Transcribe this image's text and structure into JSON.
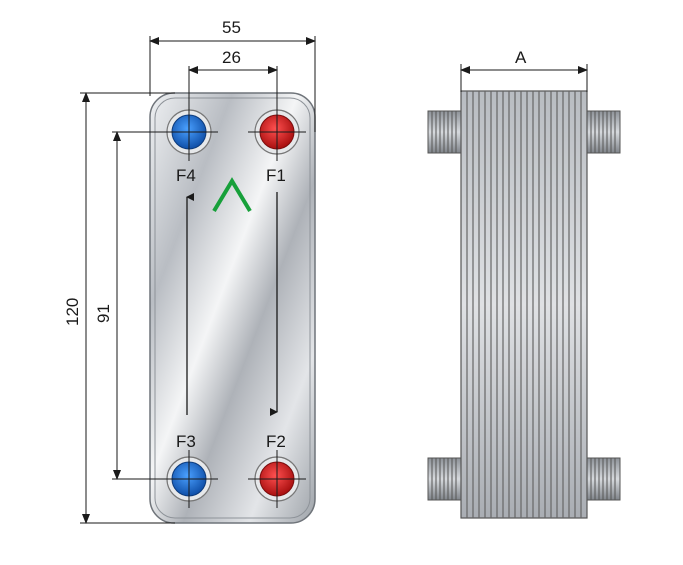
{
  "dimensions": {
    "overall_width": "55",
    "port_spacing_horizontal": "26",
    "overall_height": "120",
    "port_spacing_vertical": "91",
    "pack_length": "A"
  },
  "ports": [
    {
      "id": "F4",
      "label": "F4",
      "color": "#1e6fd0"
    },
    {
      "id": "F1",
      "label": "F1",
      "color": "#d81e1e"
    },
    {
      "id": "F3",
      "label": "F3",
      "color": "#1e6fd0"
    },
    {
      "id": "F2",
      "label": "F2",
      "color": "#d81e1e"
    }
  ],
  "colors": {
    "chevron": "#17a03a",
    "cold_port": "#1e6fd0",
    "hot_port": "#d81e1e",
    "plate_steel": "#c8cbd0"
  }
}
